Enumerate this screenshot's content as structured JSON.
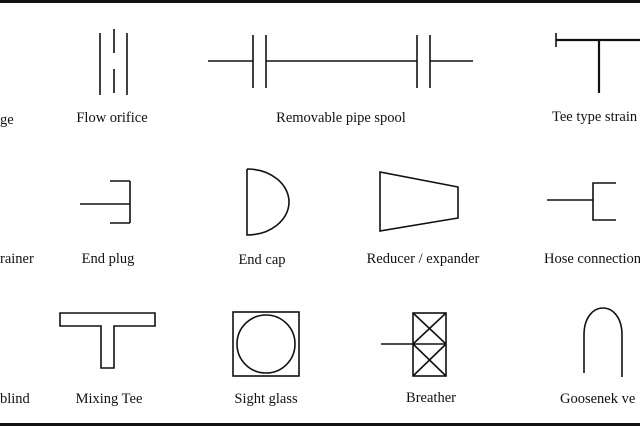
{
  "labels": {
    "flange": "ge",
    "flow_orifice": "Flow orifice",
    "removable_pipe_spool": "Removable pipe spool",
    "tee_type_strainer": "Tee type strain",
    "strainer": "rainer",
    "end_plug": "End plug",
    "end_cap": "End cap",
    "reducer_expander": "Reducer / expander",
    "hose_connection": "Hose connection",
    "blind": "blind",
    "mixing_tee": "Mixing  Tee",
    "sight_glass": "Sight glass",
    "breather": "Breather",
    "goosenek_vent": "Goosenek ve"
  },
  "colors": {
    "stroke": "#111111",
    "background": "#ffffff"
  }
}
